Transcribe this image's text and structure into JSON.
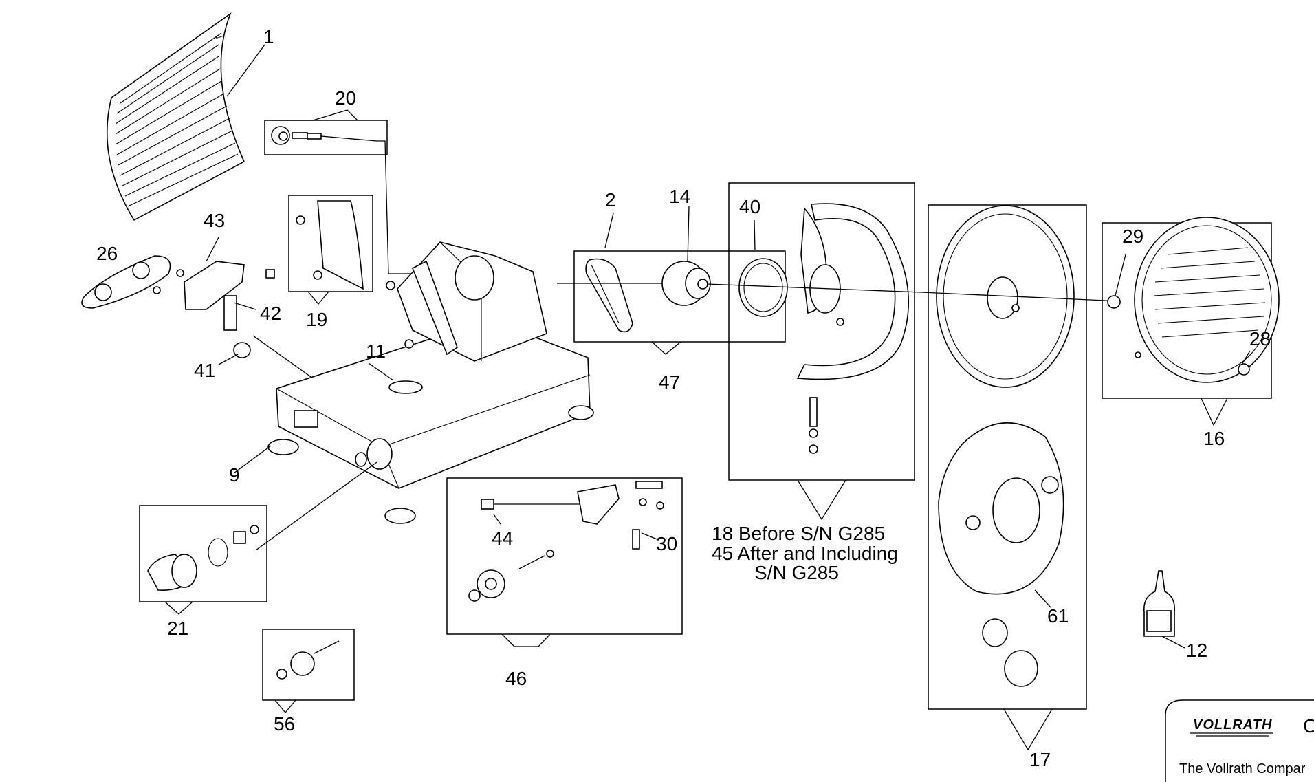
{
  "callouts": [
    {
      "id": "p1",
      "label": "1"
    },
    {
      "id": "p2",
      "label": "2"
    },
    {
      "id": "p9",
      "label": "9"
    },
    {
      "id": "p11",
      "label": "11"
    },
    {
      "id": "p12",
      "label": "12"
    },
    {
      "id": "p14",
      "label": "14"
    },
    {
      "id": "p16",
      "label": "16"
    },
    {
      "id": "p17",
      "label": "17"
    },
    {
      "id": "p19",
      "label": "19"
    },
    {
      "id": "p20",
      "label": "20"
    },
    {
      "id": "p21",
      "label": "21"
    },
    {
      "id": "p26",
      "label": "26"
    },
    {
      "id": "p28",
      "label": "28"
    },
    {
      "id": "p29",
      "label": "29"
    },
    {
      "id": "p30",
      "label": "30"
    },
    {
      "id": "p40",
      "label": "40"
    },
    {
      "id": "p41",
      "label": "41"
    },
    {
      "id": "p42",
      "label": "42"
    },
    {
      "id": "p43",
      "label": "43"
    },
    {
      "id": "p44",
      "label": "44"
    },
    {
      "id": "p46",
      "label": "46"
    },
    {
      "id": "p47",
      "label": "47"
    },
    {
      "id": "p56",
      "label": "56"
    },
    {
      "id": "p61",
      "label": "61"
    }
  ],
  "notes": {
    "line1": "18 Before S/N G285",
    "line2": "45 After and Including",
    "line3": "S/N G285"
  },
  "brand": {
    "logo": "VOLLRATH",
    "company_text": "The Vollrath Compar",
    "partial_char": "C"
  }
}
